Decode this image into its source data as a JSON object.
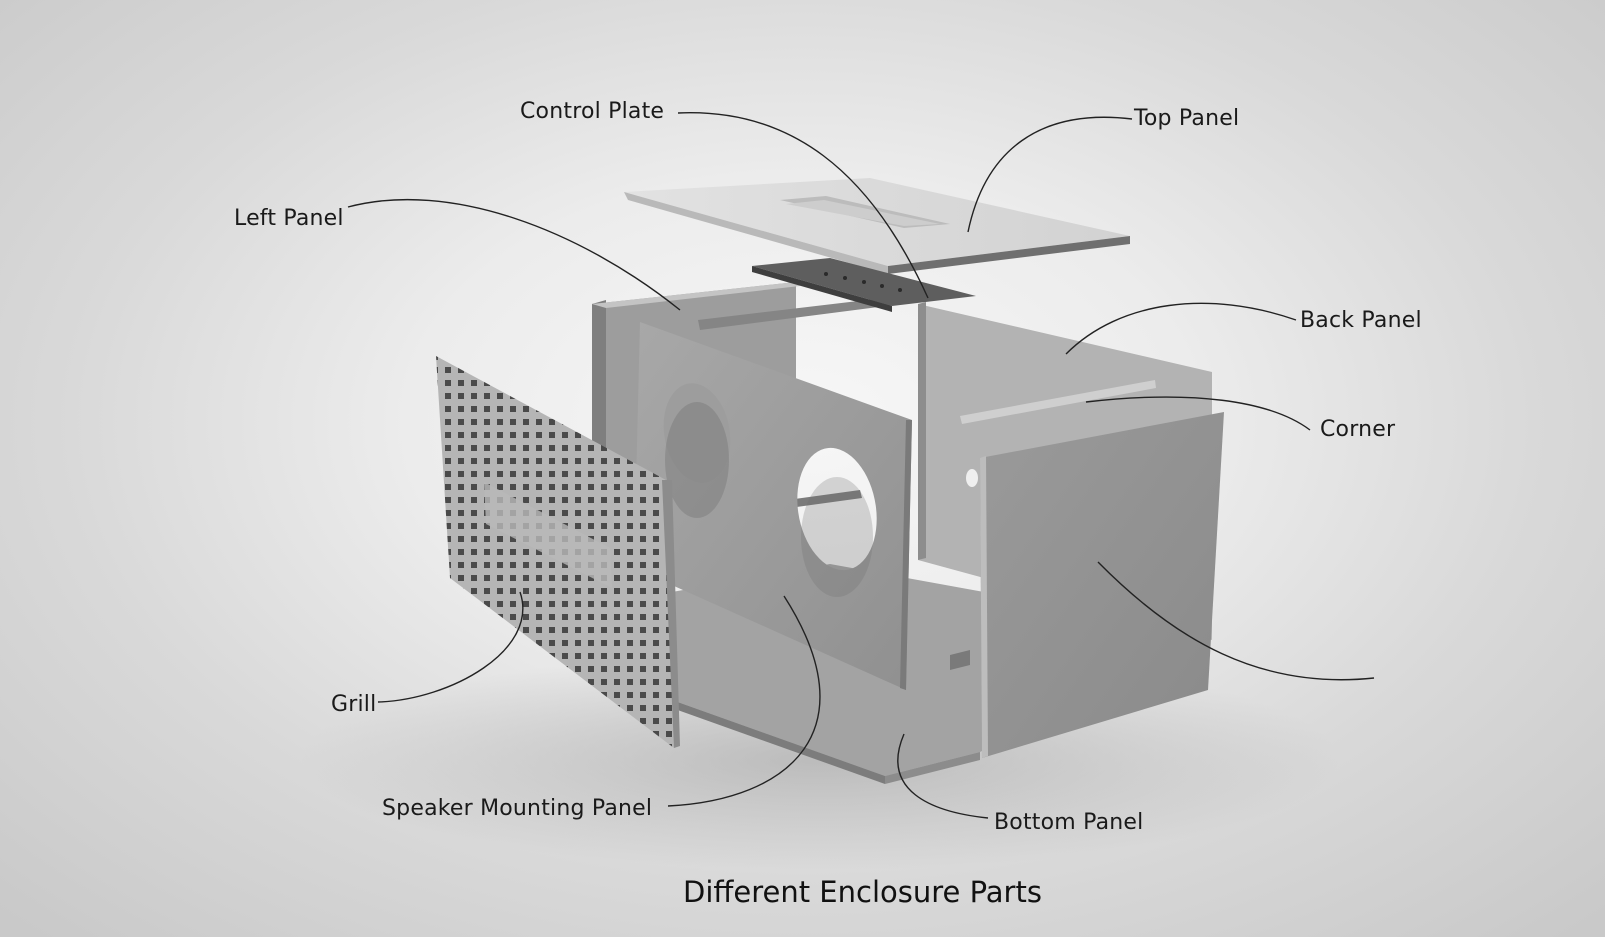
{
  "caption": "Different Enclosure Parts",
  "labels": {
    "control_plate": "Control Plate",
    "top_panel": "Top Panel",
    "left_panel": "Left Panel",
    "back_panel": "Back Panel",
    "corner": "Corner",
    "grill": "Grill",
    "speaker_mounting_panel": "Speaker Mounting Panel",
    "bottom_panel": "Bottom Panel"
  }
}
